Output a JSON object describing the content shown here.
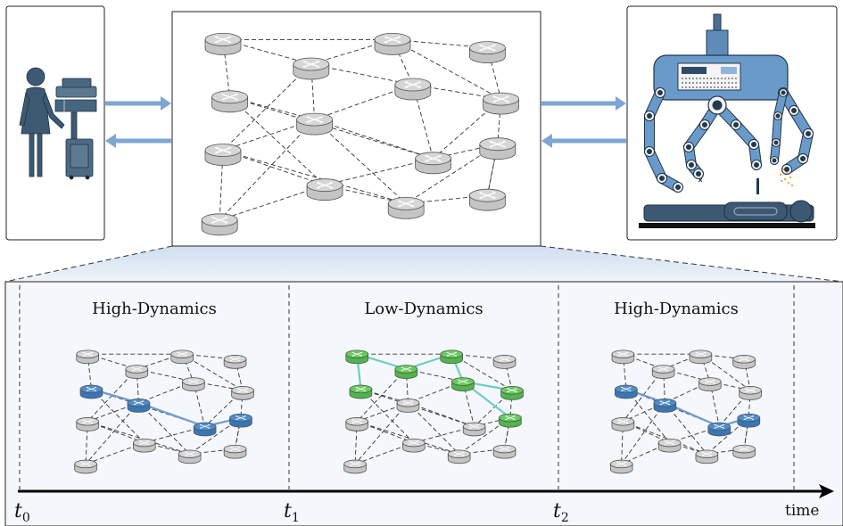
{
  "phases": [
    {
      "label": "High-Dynamics",
      "mode": "high"
    },
    {
      "label": "Low-Dynamics",
      "mode": "low"
    },
    {
      "label": "High-Dynamics",
      "mode": "high"
    }
  ],
  "timeline": {
    "ticks": [
      {
        "base": "t",
        "sub": "0"
      },
      {
        "base": "t",
        "sub": "1"
      },
      {
        "base": "t",
        "sub": "2"
      }
    ],
    "end_label": "time"
  },
  "colors": {
    "router_gray": "#c4c4c4",
    "router_blue": "#3777b8",
    "router_green": "#4fb64a",
    "link_blue": "#6f9ccc",
    "link_green": "#6ccfc0",
    "arrow": "#7ea6d2",
    "robot_blue": "#6a9ac9",
    "operator": "#3e5a72",
    "zoom_fill": "#dbe7f3"
  },
  "icons": [
    "operator-icon",
    "router-icon",
    "surgical-robot-icon"
  ]
}
